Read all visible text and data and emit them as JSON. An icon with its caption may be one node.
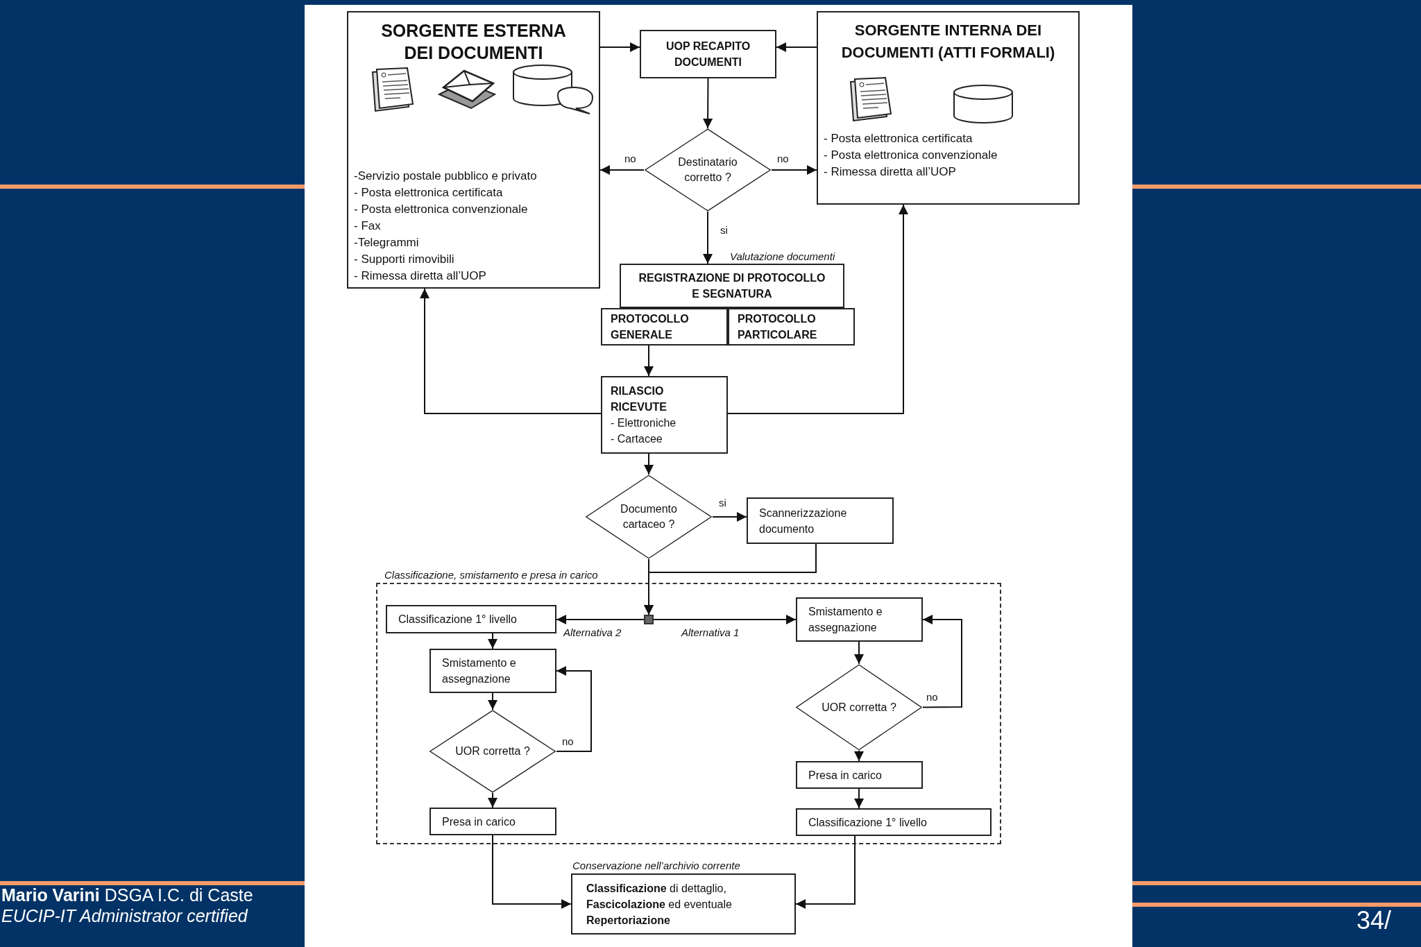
{
  "diagram": {
    "nodes": [
      {
        "text": [
          "SORGENTE ESTERNA DEI DOCUMENTI",
          "-Servizio postale pubblico e privato",
          "- Posta elettronica certificata",
          "- Posta elettronica convenzionale",
          "- Fax",
          "-Telegrammi",
          "- Supporti rimovibili",
          "- Rimessa diretta all’UOP"
        ]
      },
      {
        "text": [
          "UOP RECAPITO DOCUMENTI"
        ]
      },
      {
        "text": [
          "SORGENTE INTERNA DEI DOCUMENTI (ATTI FORMALI)",
          "- Posta elettronica certificata",
          "- Posta elettronica convenzionale",
          "- Rimessa diretta all’UOP"
        ]
      },
      {
        "text": [
          "Destinatario corretto ?"
        ]
      },
      {
        "text": [
          "REGISTRAZIONE DI PROTOCOLLO E SEGNATURA"
        ],
        "beside": [
          "Valutazione documenti"
        ]
      },
      {
        "text": [
          "PROTOCOLLO GENERALE"
        ]
      },
      {
        "text": [
          "PROTOCOLLO PARTICOLARE"
        ]
      },
      {
        "text": [
          "RILASCIO RICEVUTE",
          "- Elettroniche",
          "- Cartacee"
        ]
      },
      {
        "text": [
          "Documento cartaceo ?"
        ]
      },
      {
        "text": [
          "Scannerizzazione documento"
        ]
      },
      {
        "text": [
          "Classificazione, smistamento e presa in carico"
        ]
      },
      {
        "text": [],
        "shape": "box",
        "in": 10
      },
      {
        "text": [
          "Classificazione 1° livello"
        ],
        "in": 10
      },
      {
        "text": [
          "Smistamento e assegnazione"
        ],
        "in": 10
      },
      {
        "text": [
          "Smistamento e assegnazione"
        ],
        "in": 10
      },
      {
        "text": [
          "UOR corretta ?"
        ],
        "in": 10
      },
      {
        "text": [
          "UOR corretta ?"
        ],
        "in": 10
      },
      {
        "text": [
          "Presa in carico"
        ],
        "in": 10
      },
      {
        "text": [
          "Presa in carico"
        ],
        "in": 10
      },
      {
        "text": [
          "Classificazione 1° livello"
        ],
        "in": 10
      },
      {
        "text": [
          "**Classificazione** di dettaglio, **Fascicolazione** ed eventuale **Repertoriazione**"
        ],
        "beside": [
          "Conservazione nell’archivio corrente"
        ]
      }
    ],
    "edges": [
      {
        "from": 0,
        "to": 1,
        "arrow": "to"
      },
      {
        "from": 2,
        "to": 1,
        "arrow": "to"
      },
      {
        "from": 1,
        "to": 3,
        "arrow": "to"
      },
      {
        "from": 3,
        "to": 0,
        "arrow": "to",
        "label": "no"
      },
      {
        "from": 3,
        "to": 2,
        "arrow": "to",
        "label": "no"
      },
      {
        "from": 3,
        "to": 4,
        "arrow": "to",
        "label": "si"
      },
      {
        "from": 5,
        "to": 7,
        "arrow": "to"
      },
      {
        "from": 7,
        "to": 0,
        "arrow": "to"
      },
      {
        "from": 7,
        "to": 2,
        "arrow": "to"
      },
      {
        "from": 7,
        "to": 8,
        "arrow": "to"
      },
      {
        "from": 8,
        "to": 9,
        "arrow": "to",
        "label": "si"
      },
      {
        "from": 8,
        "to": 11,
        "arrow": "to"
      },
      {
        "from": 9,
        "to": 11,
        "arrow": "to"
      },
      {
        "from": 11,
        "to": 12,
        "arrow": "to",
        "label": "Alternativa 2"
      },
      {
        "from": 11,
        "to": 13,
        "arrow": "to",
        "label": "Alternativa 1"
      },
      {
        "from": 12,
        "to": 14,
        "arrow": "to"
      },
      {
        "from": 14,
        "to": 16,
        "arrow": "to"
      },
      {
        "from": 16,
        "to": 14,
        "arrow": "to",
        "label": "no"
      },
      {
        "from": 16,
        "to": 18,
        "arrow": "to"
      },
      {
        "from": 13,
        "to": 15,
        "arrow": "to"
      },
      {
        "from": 15,
        "to": 13,
        "arrow": "to",
        "label": "no"
      },
      {
        "from": 15,
        "to": 17,
        "arrow": "to"
      },
      {
        "from": 17,
        "to": 19,
        "arrow": "to"
      },
      {
        "from": 18,
        "to": 20,
        "arrow": "to"
      },
      {
        "from": 19,
        "to": 20,
        "arrow": "to"
      }
    ],
    "labels": [
      "**Mario Varini** DSGA I.C. di Caste",
      "EUCIP-IT Administrator certified",
      "34/"
    ]
  }
}
